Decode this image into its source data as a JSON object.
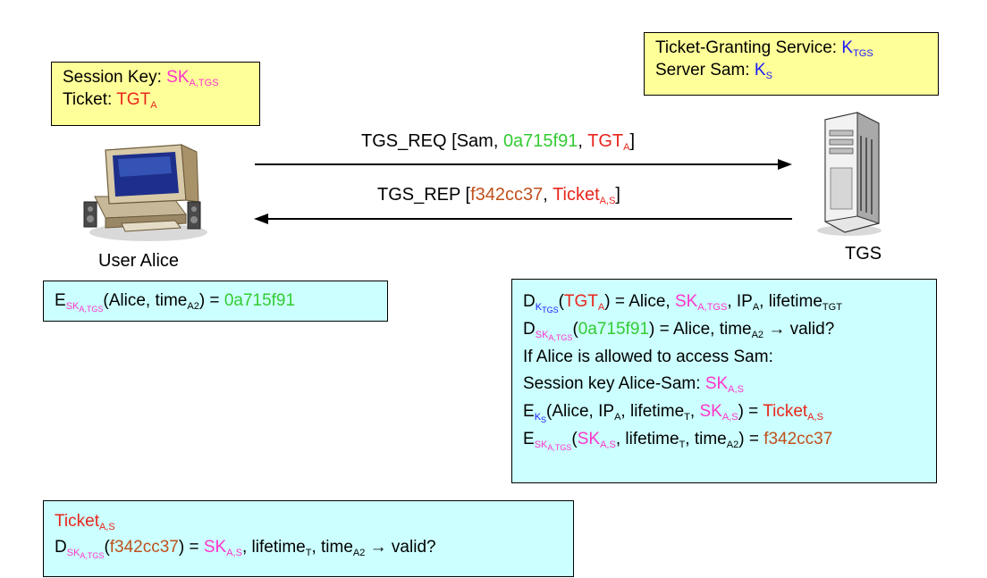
{
  "colors": {
    "magenta": "#ff33cc",
    "red": "#e8261c",
    "green": "#33cc33",
    "blue": "#1a1aff",
    "brown": "#c0501c",
    "box_yellow": "#ffff99",
    "box_cyan": "#ccffff"
  },
  "alice_keys": {
    "session_key_label": "Session Key: ",
    "session_key": "SK",
    "session_key_sub": "A,TGS",
    "ticket_label": "Ticket: ",
    "ticket": "TGT",
    "ticket_sub": "A"
  },
  "tgs_keys": {
    "tgs_label": "Ticket-Granting Service: ",
    "tgs_key": "K",
    "tgs_key_sub": "TGS",
    "server_label": "Server Sam: ",
    "server_key": "K",
    "server_key_sub": "S"
  },
  "alice_label": "User Alice",
  "tgs_label": "TGS",
  "icons": {
    "alice": "desktop-computer-icon",
    "tgs": "server-tower-icon"
  },
  "request": {
    "name": "TGS_REQ",
    "open": " [Sam, ",
    "auth": "0a715f91",
    "sep": ", ",
    "tgt": "TGT",
    "tgt_sub": "A",
    "close": "]"
  },
  "reply": {
    "name": "TGS_REP",
    "open": " [",
    "enc": "f342cc37",
    "sep": ", ",
    "ticket": "Ticket",
    "ticket_sub": "A,S",
    "close": "]"
  },
  "alice_compute": {
    "op": "E",
    "key": "SK",
    "key_sub": "A,TGS",
    "args": "(Alice, time",
    "args_sub": "A2",
    "result_eq": ") = ",
    "result": "0a715f91"
  },
  "tgs_compute": {
    "line1": {
      "op": "D",
      "key": "K",
      "key_sub": "TGS",
      "open": "(",
      "tgt": "TGT",
      "tgt_sub": "A",
      "mid": ") = Alice, ",
      "sk": "SK",
      "sk_sub": "A,TGS",
      "ip": ", IP",
      "ip_sub": "A",
      "lt": ", lifetime",
      "lt_sub": "TGT"
    },
    "line2": {
      "op": "D",
      "key": "SK",
      "key_sub": "A,TGS",
      "open": "(",
      "auth": "0a715f91",
      "mid": ") = Alice, time",
      "mid_sub": "A2",
      "tail": " → valid?"
    },
    "line3": "If Alice is allowed to access Sam:",
    "line4": {
      "text": "Session key Alice-Sam: ",
      "sk": "SK",
      "sk_sub": "A,S"
    },
    "line5": {
      "op": "E",
      "key": "K",
      "key_sub": "S",
      "args": "(Alice, IP",
      "args_sub": "A",
      "lt": ", lifetime",
      "lt_sub": "T",
      "comma": ", ",
      "sk": "SK",
      "sk_sub": "A,S",
      "eq": ") = ",
      "ticket": "Ticket",
      "ticket_sub": "A,S"
    },
    "line6": {
      "op": "E",
      "key": "SK",
      "key_sub": "A,TGS",
      "open": "(",
      "sk": "SK",
      "sk_sub": "A,S",
      "lt": ", lifetime",
      "lt_sub": "T",
      "time": ", time",
      "time_sub": "A2",
      "eq": ") = ",
      "result": "f342cc37"
    }
  },
  "alice_verify": {
    "ticket": "Ticket",
    "ticket_sub": "A,S",
    "op": "D",
    "key": "SK",
    "key_sub": "A,TGS",
    "open": "(",
    "enc": "f342cc37",
    "eq": ") = ",
    "sk": "SK",
    "sk_sub": "A,S",
    "lt": ", lifetime",
    "lt_sub": "T",
    "time": ", time",
    "time_sub": "A2",
    "tail": " → valid?"
  }
}
